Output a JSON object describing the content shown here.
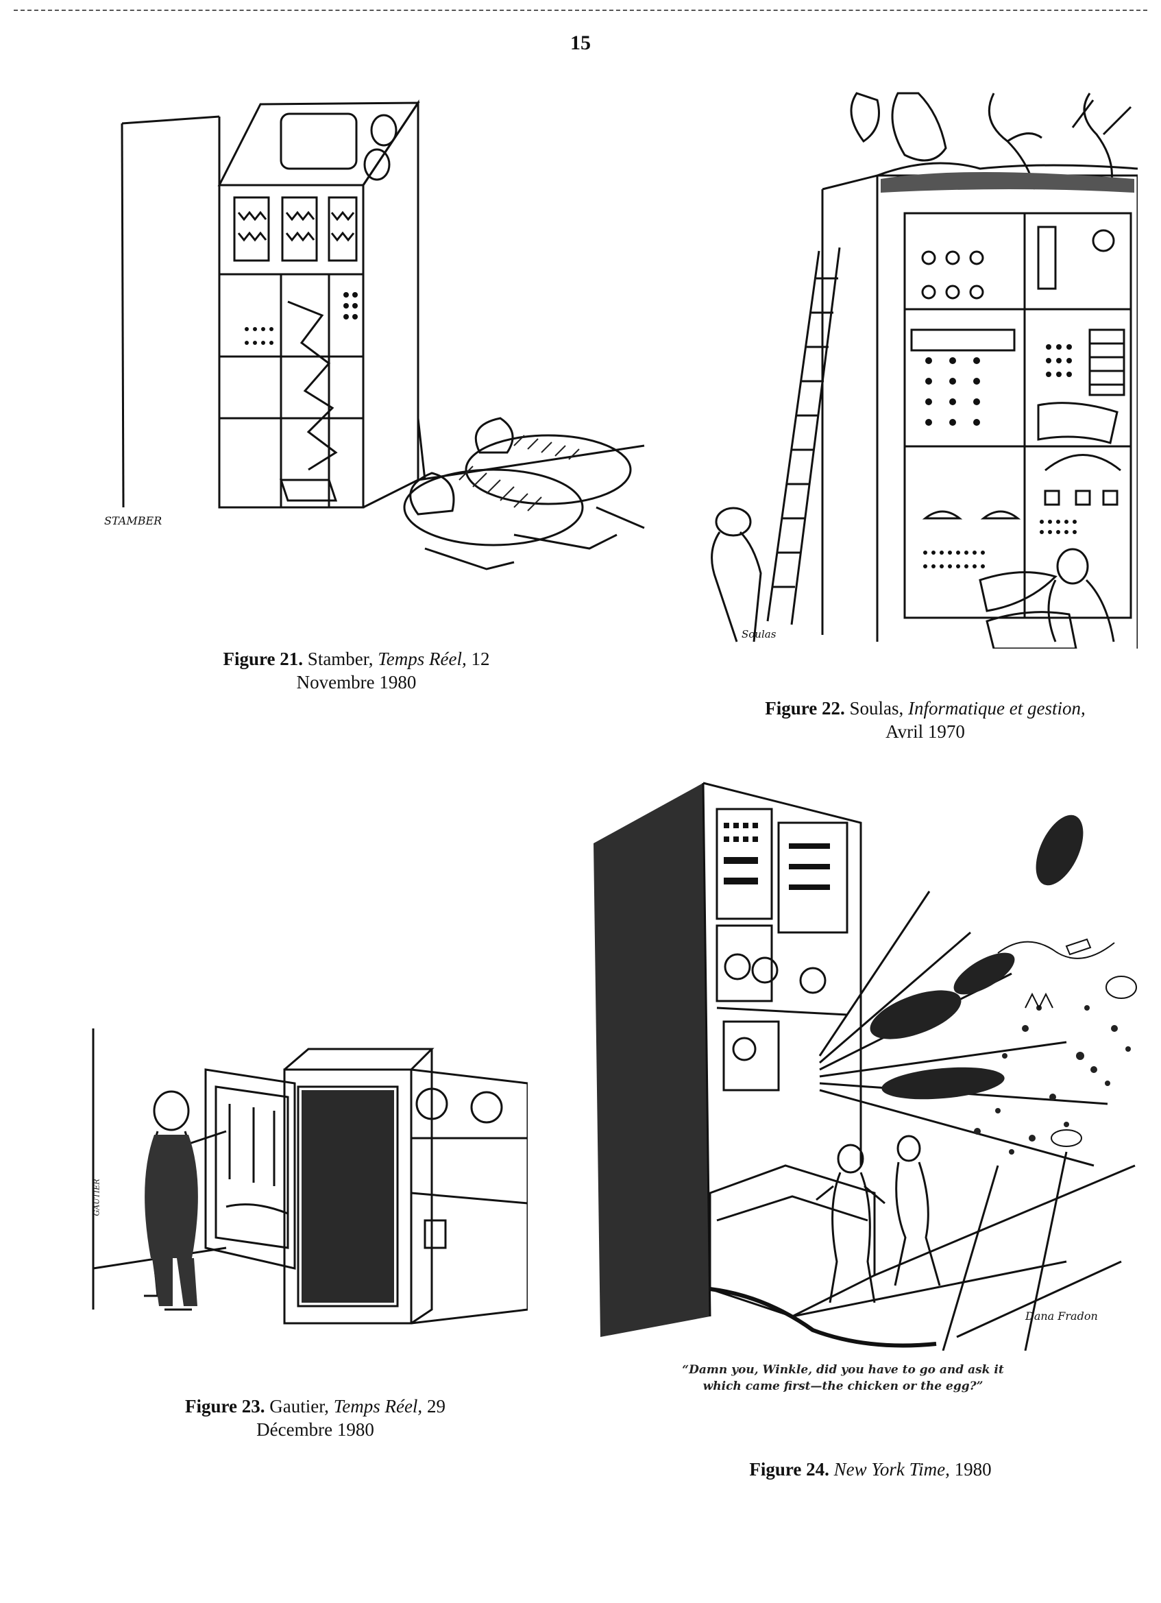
{
  "page_number": "15",
  "figures": [
    {
      "id": "fig21",
      "signature": "STAMBER",
      "caption": {
        "label": "Figure 21.",
        "source_line1_plain": "Stamber, ",
        "source_line1_italic": "Temps Réel,",
        "source_line1_tail": " 12",
        "source_line2": "Novembre 1980"
      }
    },
    {
      "id": "fig22",
      "signature": "Soulas",
      "caption": {
        "label": "Figure 22.",
        "source_line1_plain": "Soulas, ",
        "source_line1_italic": "Informatique et gestion,",
        "source_line2": "Avril 1970"
      }
    },
    {
      "id": "fig23",
      "signature": "GAUTIER",
      "caption": {
        "label": "Figure 23.",
        "source_line1_plain": "Gautier, ",
        "source_line1_italic": "Temps Réel,",
        "source_line1_tail": " 29",
        "source_line2": "Décembre 1980"
      }
    },
    {
      "id": "fig24",
      "signature": "Dana Fradon",
      "quote_line1": "“Damn you, Winkle, did you have to go and ask it",
      "quote_line2": "which came first—the chicken or the egg?”",
      "caption": {
        "label": "Figure 24.",
        "source_line1_italic": "New York Time,",
        "source_line1_tail": " 1980"
      }
    }
  ]
}
